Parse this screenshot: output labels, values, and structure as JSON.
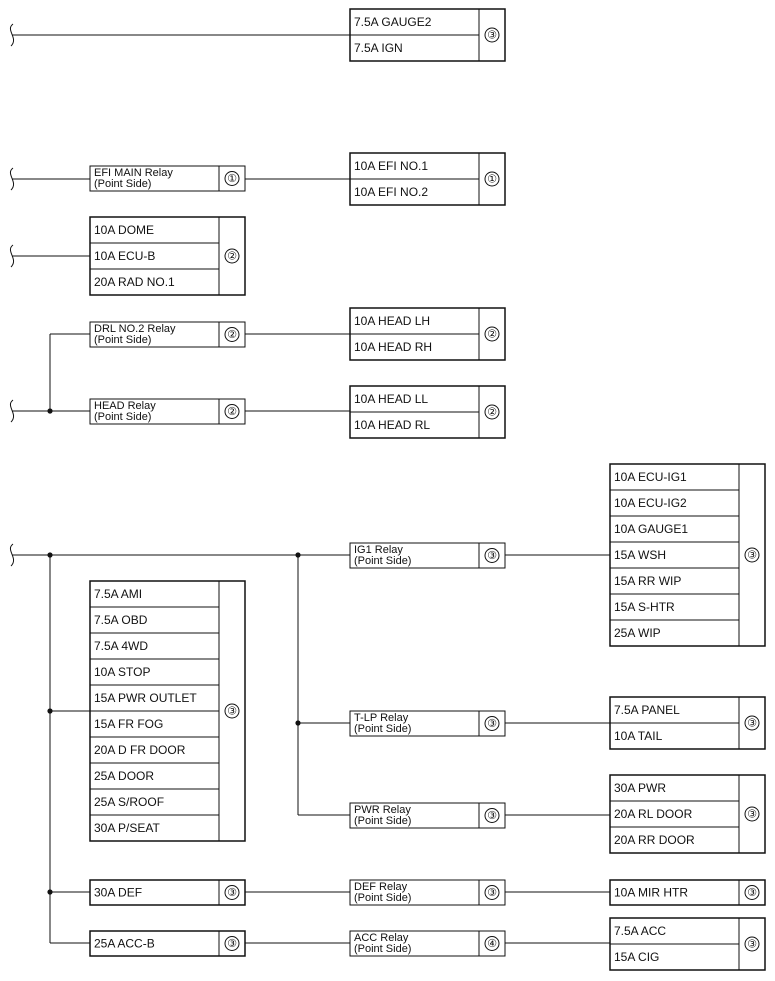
{
  "groups": {
    "gauge_ign": {
      "fuses": [
        "7.5A GAUGE2",
        "7.5A IGN"
      ],
      "num": "③"
    },
    "efi_relay": {
      "label": [
        "EFI MAIN Relay",
        "(Point Side)"
      ],
      "num": "①"
    },
    "efi_fuses": {
      "fuses": [
        "10A EFI NO.1",
        "10A EFI NO.2"
      ],
      "num": "①"
    },
    "dome_group": {
      "fuses": [
        "10A DOME",
        "10A ECU-B",
        "20A RAD NO.1"
      ],
      "num": "②"
    },
    "drl_relay": {
      "label": [
        "DRL NO.2 Relay",
        "(Point Side)"
      ],
      "num": "②"
    },
    "head_hi_fuses": {
      "fuses": [
        "10A HEAD LH",
        "10A HEAD RH"
      ],
      "num": "②"
    },
    "head_relay": {
      "label": [
        "HEAD Relay",
        "(Point Side)"
      ],
      "num": "②"
    },
    "head_lo_fuses": {
      "fuses": [
        "10A HEAD LL",
        "10A HEAD RL"
      ],
      "num": "②"
    },
    "ig1_fuses": {
      "fuses": [
        "10A ECU-IG1",
        "10A ECU-IG2",
        "10A GAUGE1",
        "15A WSH",
        "15A RR WIP",
        "15A S-HTR",
        "25A WIP"
      ],
      "num": "③"
    },
    "ig1_relay": {
      "label": [
        "IG1 Relay",
        "(Point Side)"
      ],
      "num": "③"
    },
    "ami_group": {
      "fuses": [
        "7.5A AMI",
        "7.5A OBD",
        "7.5A 4WD",
        "10A STOP",
        "15A PWR OUTLET",
        "15A FR FOG",
        "20A D FR DOOR",
        "25A DOOR",
        "25A S/ROOF",
        "30A P/SEAT"
      ],
      "num": "③"
    },
    "tlp_relay": {
      "label": [
        "T-LP Relay",
        "(Point Side)"
      ],
      "num": "③"
    },
    "tlp_fuses": {
      "fuses": [
        "7.5A PANEL",
        "10A TAIL"
      ],
      "num": "③"
    },
    "pwr_relay": {
      "label": [
        "PWR Relay",
        "(Point Side)"
      ],
      "num": "③"
    },
    "pwr_fuses": {
      "fuses": [
        "30A PWR",
        "20A RL DOOR",
        "20A RR DOOR"
      ],
      "num": "③"
    },
    "def_fuse": {
      "fuses": [
        "30A DEF"
      ],
      "num": "③"
    },
    "def_relay": {
      "label": [
        "DEF Relay",
        "(Point Side)"
      ],
      "num": "③"
    },
    "def_out": {
      "fuses": [
        "10A MIR HTR"
      ],
      "num": "③"
    },
    "accb_fuse": {
      "fuses": [
        "25A ACC-B"
      ],
      "num": "③"
    },
    "acc_relay": {
      "label": [
        "ACC Relay",
        "(Point Side)"
      ],
      "num": "④"
    },
    "acc_fuses": {
      "fuses": [
        "7.5A ACC",
        "15A CIG"
      ],
      "num": "③"
    }
  }
}
